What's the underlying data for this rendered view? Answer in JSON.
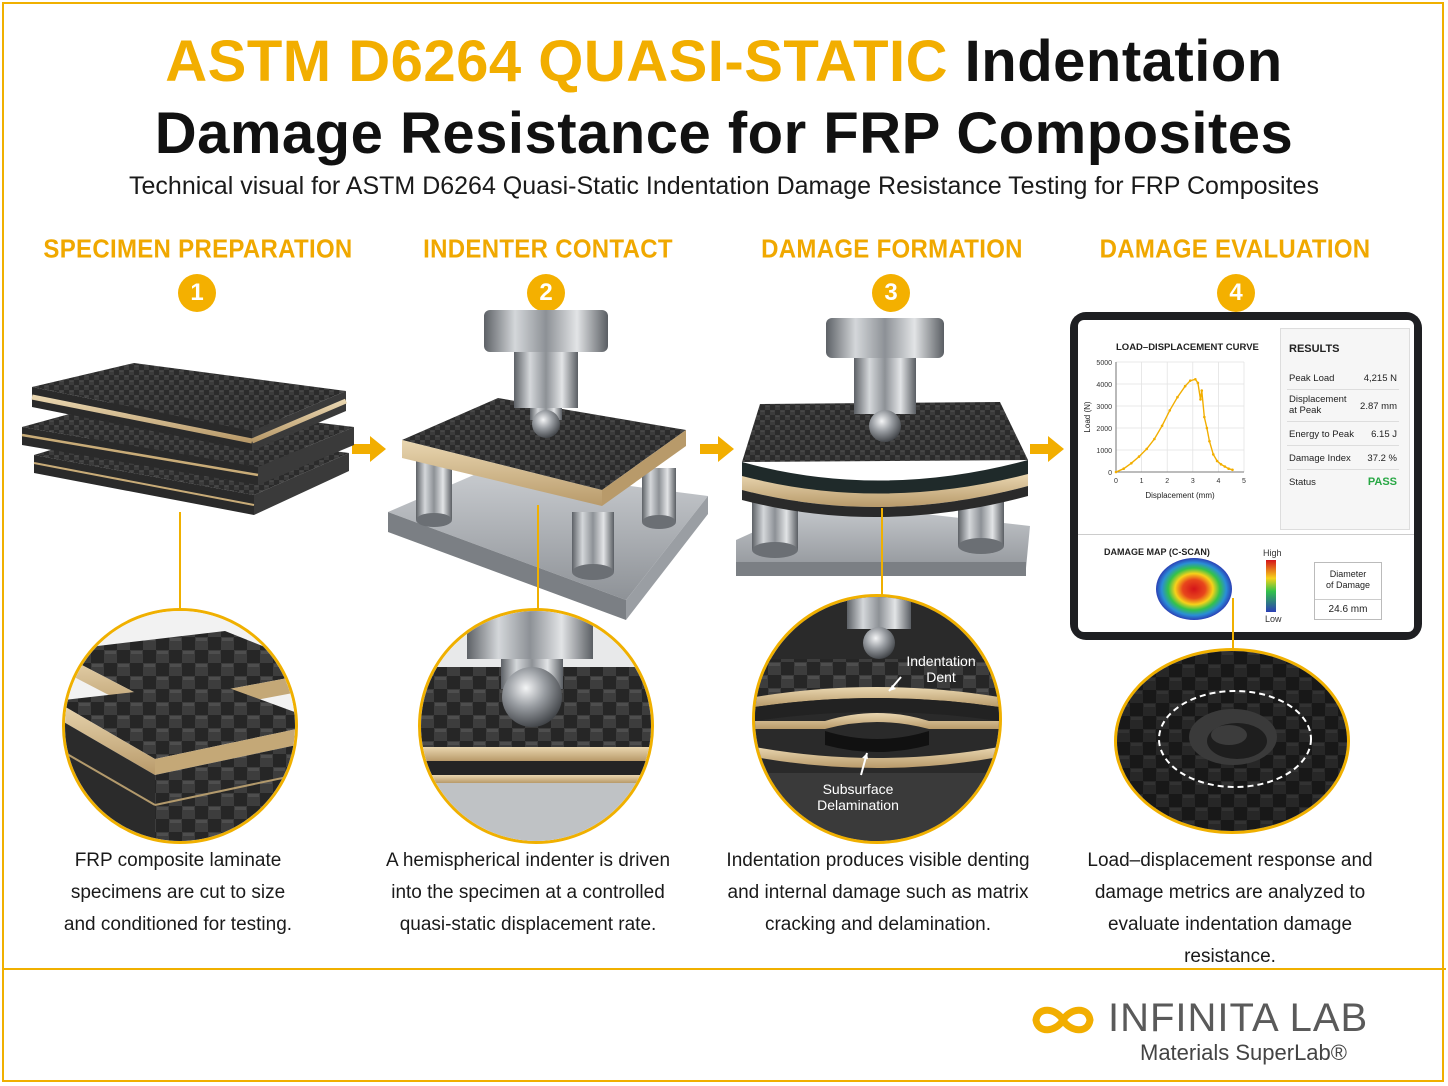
{
  "header": {
    "title_accent": "ASTM D6264 QUASI-STATIC",
    "title_rest_1": " Indentation",
    "title_line_2": "Damage Resistance for FRP Composites",
    "subtitle": "Technical visual for ASTM D6264 Quasi-Static Indentation Damage Resistance Testing for FRP Composites"
  },
  "steps": [
    {
      "number": "1",
      "title": "SPECIMEN PREPARATION",
      "description_lines": [
        "FRP composite laminate",
        "specimens are cut to size",
        "and conditioned for testing."
      ]
    },
    {
      "number": "2",
      "title": "INDENTER CONTACT",
      "description_lines": [
        "A hemispherical indenter is driven",
        "into the specimen at a controlled",
        "quasi-static displacement rate."
      ]
    },
    {
      "number": "3",
      "title": "DAMAGE FORMATION",
      "description_lines": [
        "Indentation produces visible denting",
        "and internal damage such as matrix",
        "cracking and delamination."
      ],
      "labels": {
        "dent_line_1": "Indentation",
        "dent_line_2": "Dent",
        "delam_line_1": "Subsurface",
        "delam_line_2": "Delamination"
      }
    },
    {
      "number": "4",
      "title": "DAMAGE EVALUATION",
      "description_lines": [
        "Load–displacement response and",
        "damage metrics are analyzed to",
        "evaluate indentation damage resistance."
      ]
    }
  ],
  "tablet": {
    "results_title": "RESULTS",
    "results": [
      {
        "label": "Peak Load",
        "value": "4,215 N"
      },
      {
        "label": "Displacement at Peak",
        "value": "2.87 mm"
      },
      {
        "label": "Energy to Peak",
        "value": "6.15 J"
      },
      {
        "label": "Damage Index",
        "value": "37.2 %"
      },
      {
        "label": "Status",
        "value": "PASS"
      }
    ],
    "damage_map_title": "DAMAGE MAP (C-SCAN)",
    "scale_high": "High",
    "scale_low": "Low",
    "diameter_label_1": "Diameter",
    "diameter_label_2": "of Damage",
    "diameter_value": "24.6 mm"
  },
  "chart_data": {
    "type": "line",
    "title": "LOAD–DISPLACEMENT CURVE",
    "xlabel": "Displacement (mm)",
    "ylabel": "Load (N)",
    "xlim": [
      0,
      5
    ],
    "ylim": [
      0,
      5000
    ],
    "xticks": [
      "0",
      "1",
      "2",
      "3",
      "4",
      "5"
    ],
    "yticks": [
      "0",
      "1000",
      "2000",
      "3000",
      "4000",
      "5000"
    ],
    "grid": true,
    "color": "#f2ae00",
    "series": [
      {
        "x": [
          0,
          0.3,
          0.6,
          0.9,
          1.2,
          1.5,
          1.8,
          2.1,
          2.4,
          2.7,
          2.9,
          3.1,
          3.2,
          3.3,
          3.35,
          3.45,
          3.55,
          3.65,
          3.8,
          3.95,
          4.1,
          4.25,
          4.4,
          4.55
        ],
        "y": [
          0,
          150,
          400,
          700,
          1050,
          1500,
          2100,
          2800,
          3400,
          3900,
          4150,
          4215,
          4050,
          3300,
          3700,
          2500,
          2000,
          1400,
          800,
          500,
          350,
          250,
          150,
          100
        ]
      }
    ]
  },
  "brand": {
    "logo_symbol": "infinity-icon",
    "name": "INFINITA LAB",
    "tagline": "Materials SuperLab®"
  },
  "colors": {
    "accent": "#f2ae00",
    "pass": "#27a744",
    "carbon": "#262626",
    "steel": "#9a9ea3"
  }
}
